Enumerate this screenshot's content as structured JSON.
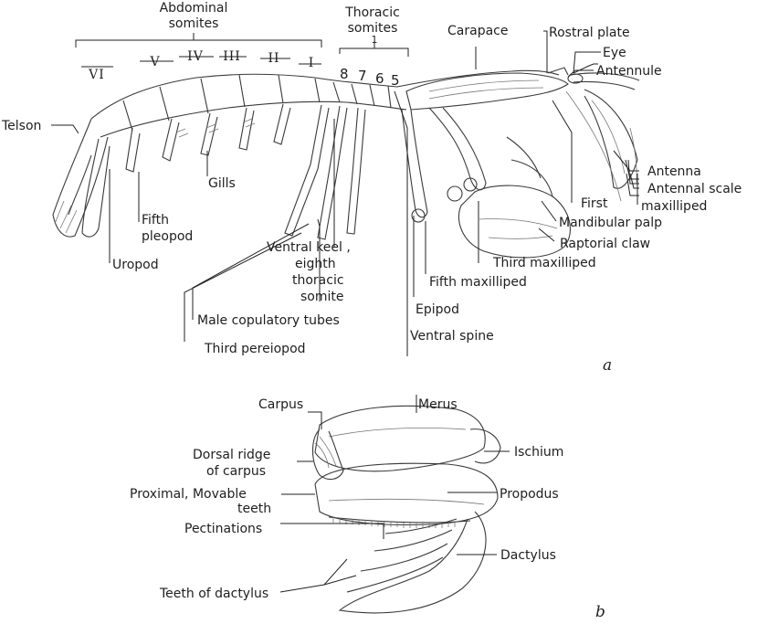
{
  "figure_a": {
    "tag": "a",
    "groups": {
      "abdominal_line1": "Abdominal",
      "abdominal_line2": "somites",
      "thoracic_line1": "Thoracic",
      "thoracic_line2": "somites",
      "thoracic_mark": "1"
    },
    "somites_roman": [
      "VI",
      "V",
      "IV",
      "III",
      "II",
      "I"
    ],
    "somites_thoracic": [
      "8",
      "7",
      "6",
      "5"
    ],
    "labels": {
      "carapace": "Carapace",
      "rostral_plate": "Rostral plate",
      "eye": "Eye",
      "antennule": "Antennule",
      "telson": "Telson",
      "gills": "Gills",
      "fifth_pleopod_1": "Fifth",
      "fifth_pleopod_2": "pleopod",
      "uropod": "Uropod",
      "ventral_keel_1": "Ventral keel ,",
      "ventral_keel_2": "eighth",
      "ventral_keel_3": "thoracic",
      "ventral_keel_4": "somite",
      "male_copulatory_tubes": "Male copulatory tubes",
      "third_pereiopod": "Third pereiopod",
      "epipod": "Epipod",
      "ventral_spine": "Ventral    spine",
      "fifth_maxilliped": "Fifth  maxilliped",
      "third_maxilliped": "Third  maxilliped",
      "raptorial_claw": "Raptorial claw",
      "mandibular_palp": "Mandibular palp",
      "first": "First",
      "maxilliped": "maxilliped",
      "antenna": "Antenna",
      "antennal_scale": "Antennal scale"
    }
  },
  "figure_b": {
    "tag": "b",
    "labels": {
      "carpus": "Carpus",
      "merus": "Merus",
      "ischium": "Ischium",
      "dorsal_ridge_1": "Dorsal ridge",
      "dorsal_ridge_2": "of carpus",
      "proximal_1": "Proximal, Movable",
      "proximal_2": "teeth",
      "propodus": "Propodus",
      "pectinations": "Pectinations",
      "dactylus": "Dactylus",
      "teeth_of_dactylus": "Teeth of dactylus"
    }
  }
}
